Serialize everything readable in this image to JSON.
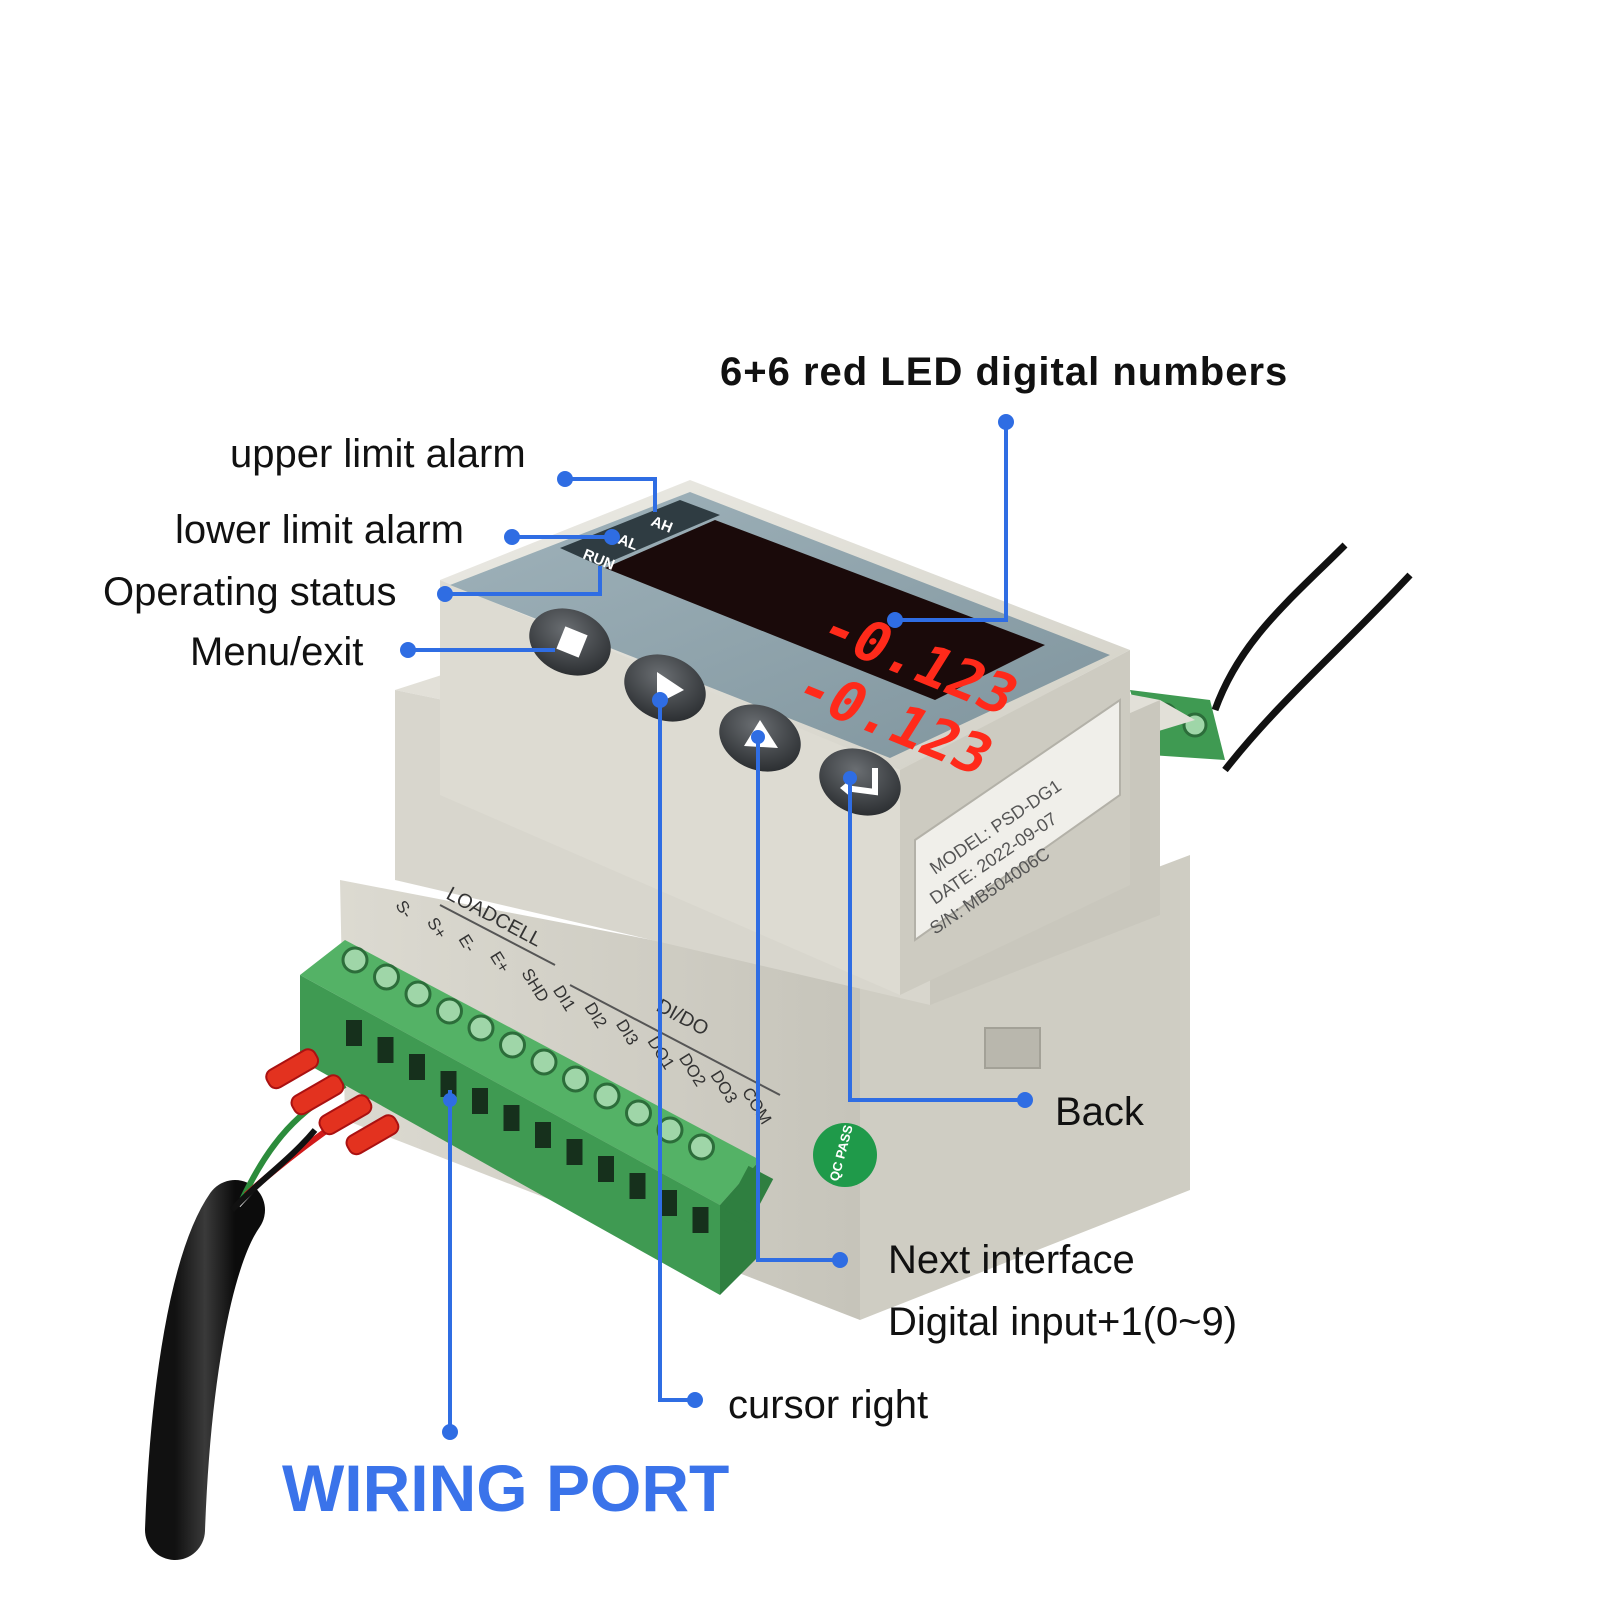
{
  "colors": {
    "leader": "#2f6de3",
    "led": "#ff2a1a",
    "housing": "#dcdad0",
    "panel": "#8fa3ac",
    "terminal": "#3f9a52",
    "port_label": "#3a73ea"
  },
  "callouts": {
    "led_digits": "6+6 red LED digital numbers",
    "upper_alarm": "upper limit alarm",
    "lower_alarm": "lower limit alarm",
    "operating": "Operating status",
    "menu_exit": "Menu/exit",
    "back": "Back",
    "next_interface": "Next interface",
    "digital_input": "Digital input+1(0~9)",
    "cursor_right": "cursor right",
    "wiring_port": "WIRING PORT"
  },
  "device": {
    "indicators": [
      "AH",
      "AL",
      "RUN"
    ],
    "display_top": "-0.123",
    "display_bottom": "-0.123",
    "label": {
      "model": "MODEL: PSD-DG1",
      "date": "DATE:   2022-09-07",
      "sn": "S/N:      MB504006C"
    },
    "terminal_header": "LOADCELL",
    "terminal_group": "DI/DO",
    "terminals": [
      "S-",
      "S+",
      "E-",
      "E+",
      "SHD",
      "DI1",
      "DI2",
      "DI3",
      "DO1",
      "DO2",
      "DO3",
      "COM"
    ],
    "qc_sticker": "QC PASS"
  }
}
